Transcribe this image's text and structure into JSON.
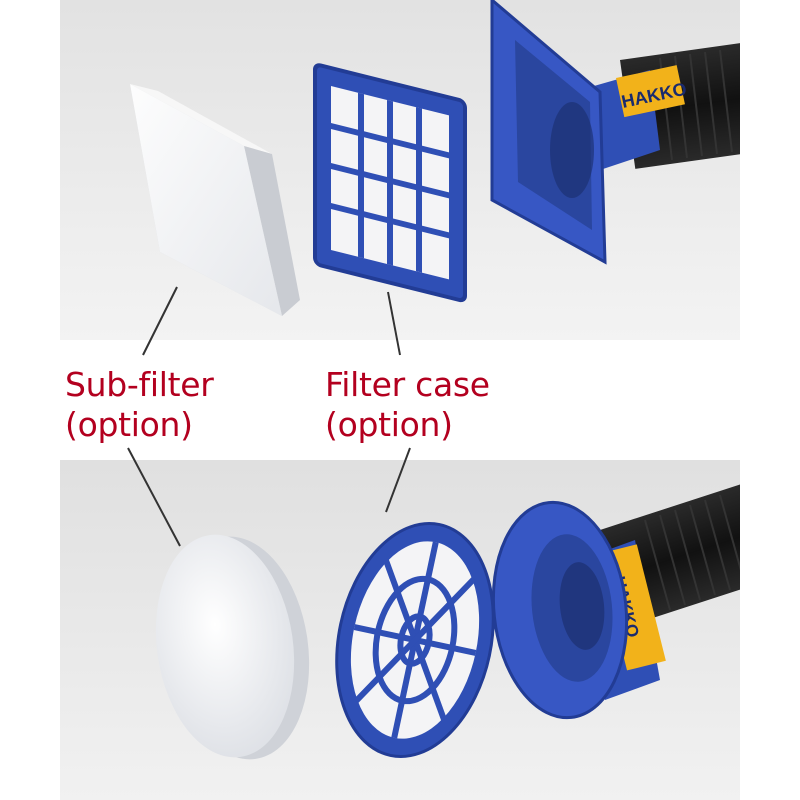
{
  "labels": {
    "sub_filter": {
      "line1": "Sub-filter",
      "line2": "(option)"
    },
    "filter_case": {
      "line1": "Filter case",
      "line2": "(option)"
    }
  },
  "logo_text": "HAKKO",
  "colors": {
    "caption_red": "#b3001f",
    "part_blue": "#2f4fb5",
    "logo_yellow": "#f2b21a",
    "hose_black": "#161616",
    "background_grey": "#e9e9e9"
  }
}
